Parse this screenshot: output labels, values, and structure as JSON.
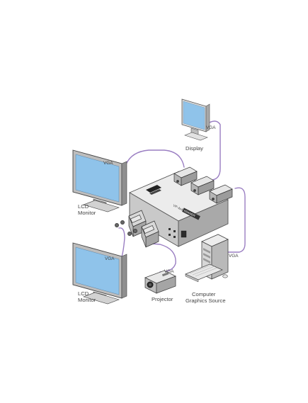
{
  "labels": {
    "display": "Display",
    "lcd_monitor_top_line1": "LCD",
    "lcd_monitor_top_line2": "Monitor",
    "lcd_monitor_bottom_line1": "LCD",
    "lcd_monitor_bottom_line2": "Monitor",
    "projector": "Projector",
    "computer_line1": "Computer",
    "computer_line2": "Graphics Source"
  },
  "cables": {
    "vga_display": "VGA",
    "vga_lcd_top": "VGA",
    "vga_lcd_bottom": "VGA",
    "vga_projector": "VGA",
    "vga_computer": "VGA"
  },
  "device": {
    "model": "VP-4x4K",
    "brand": "KRAMER"
  },
  "colors": {
    "cable": "#9a7ec2",
    "screen": "#8fc3ea",
    "device_top": "#ececec",
    "device_side": "#bdbdbd",
    "outline": "#555555"
  }
}
